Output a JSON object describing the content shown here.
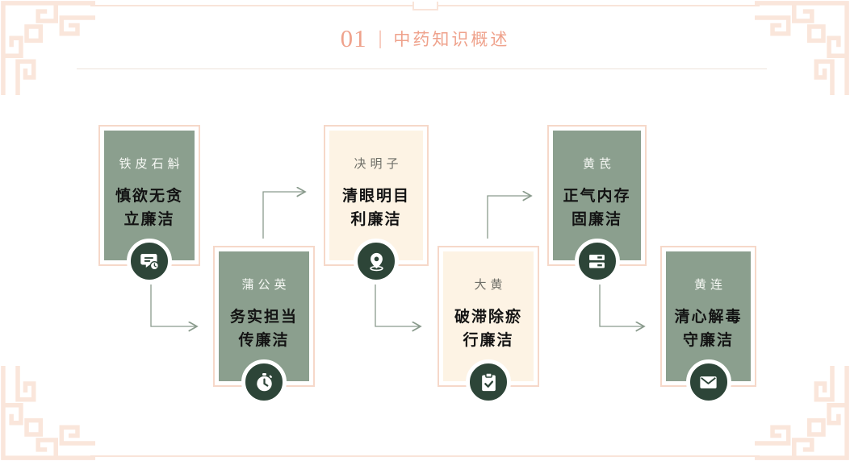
{
  "header": {
    "number": "01",
    "separator": "|",
    "title": "中药知识概述"
  },
  "cards": [
    {
      "name": "铁皮石斛",
      "line1": "慎欲无贪",
      "line2": "立廉洁",
      "variant": "green",
      "icon": "chat-clock-icon"
    },
    {
      "name": "蒲公英",
      "line1": "务实担当",
      "line2": "传廉洁",
      "variant": "green",
      "icon": "stopwatch-icon"
    },
    {
      "name": "决明子",
      "line1": "清眼明目",
      "line2": "利廉洁",
      "variant": "cream",
      "icon": "location-pin-icon"
    },
    {
      "name": "大黄",
      "line1": "破滞除瘀",
      "line2": "行廉洁",
      "variant": "cream",
      "icon": "clipboard-check-icon"
    },
    {
      "name": "黄芪",
      "line1": "正气内存",
      "line2": "固廉洁",
      "variant": "green",
      "icon": "server-stack-icon"
    },
    {
      "name": "黄连",
      "line1": "清心解毒",
      "line2": "守廉洁",
      "variant": "green",
      "icon": "envelope-icon"
    }
  ],
  "colors": {
    "accent_salmon": "#efa28c",
    "card_border_pink": "#f6d8c9",
    "card_green": "#8b9f8e",
    "card_cream": "#fdf3e4",
    "icon_circle_dark_green": "#2d4538",
    "arrow_gray_green": "#8a9b8d",
    "corner_ornament_pink": "#fae6db",
    "body_text": "#131313"
  }
}
